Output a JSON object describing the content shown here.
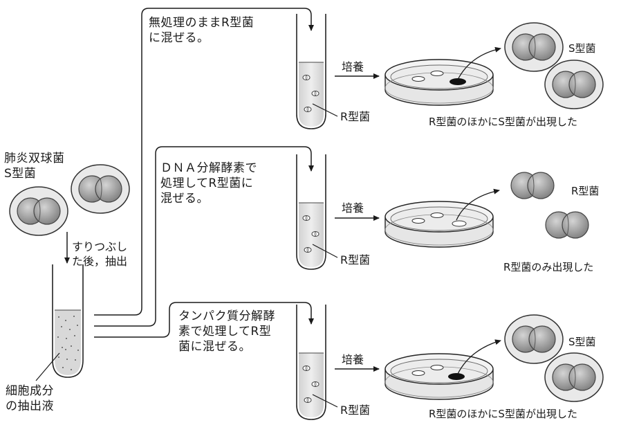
{
  "source": {
    "label": "肺炎双球菌\nS型菌",
    "step": "すりつぶし\nた後，抽出",
    "extract": "細胞成分\nの抽出液"
  },
  "rows": [
    {
      "treatment": "無処理のままR型菌\nに混ぜる。",
      "culture": "培養",
      "tube_label": "R型菌",
      "result_label": "S型菌",
      "result_caption": "R型菌のほかにS型菌が出現した"
    },
    {
      "treatment": "ＤＮＡ分解酵素で\n処理してR型菌に\n混ぜる。",
      "culture": "培養",
      "tube_label": "R型菌",
      "result_label": "R型菌",
      "result_caption": "R型菌のみ出現した"
    },
    {
      "treatment": "タンパク質分解酵\n素で処理してR型\n菌に混ぜる。",
      "culture": "培養",
      "tube_label": "R型菌",
      "result_label": "S型菌",
      "result_caption": "R型菌のほかにS型菌が出現した"
    }
  ]
}
